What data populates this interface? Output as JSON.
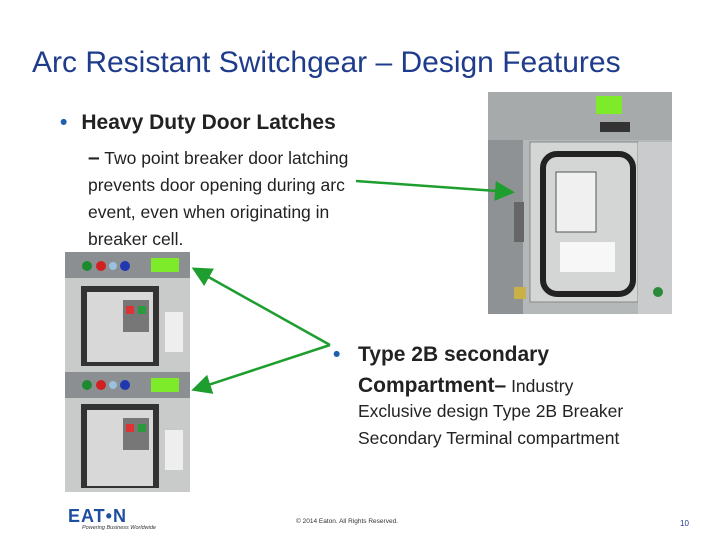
{
  "slide": {
    "title": "Arc Resistant Switchgear – Design Features",
    "bullet1": {
      "heading": "Heavy Duty Door Latches",
      "dash": "–",
      "text": "Two point breaker door latching prevents door opening during arc event, even when originating in breaker cell."
    },
    "bullet2": {
      "heading_line1": "Type 2B secondary",
      "heading_line2": "Compartment–",
      "heading_tail": " Industry",
      "text": "Exclusive  design Type 2B Breaker Secondary Terminal compartment"
    },
    "bullet_glyph": "•",
    "footer": {
      "copyright": "© 2014 Eaton. All Rights Reserved.",
      "page_number": "10",
      "logo_text": "EAT•N",
      "logo_tagline": "Powering Business Worldwide"
    },
    "colors": {
      "title": "#1f3c8c",
      "arrow": "#1e9e2e",
      "label_green": "#7dea2a"
    }
  }
}
